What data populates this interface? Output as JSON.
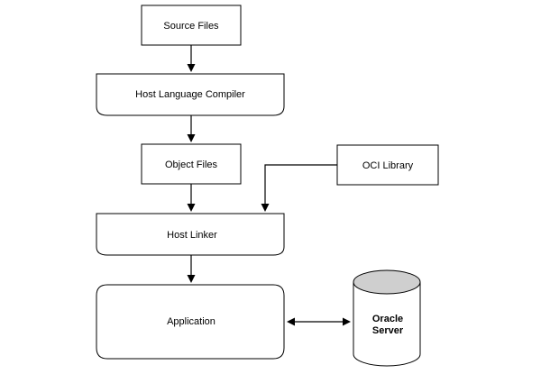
{
  "nodes": {
    "source_files": "Source Files",
    "host_language_compiler": "Host Language Compiler",
    "object_files": "Object Files",
    "oci_library": "OCI Library",
    "host_linker": "Host Linker",
    "application": "Application",
    "oracle_server_line1": "Oracle",
    "oracle_server_line2": "Server"
  },
  "colors": {
    "stroke": "#000000",
    "fill": "#ffffff"
  }
}
